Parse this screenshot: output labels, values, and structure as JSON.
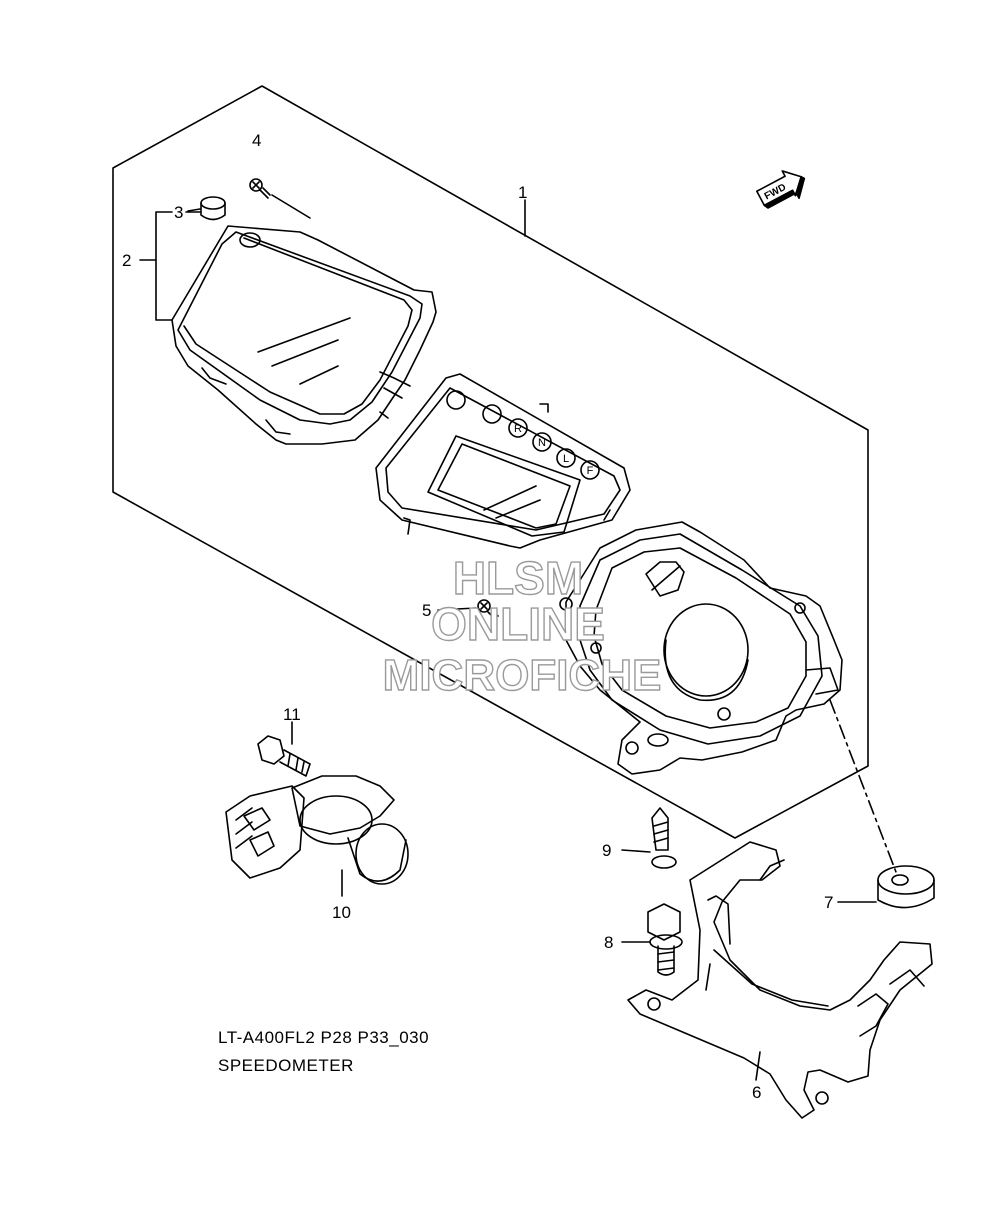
{
  "callouts": {
    "c1": "1",
    "c2": "2",
    "c3": "3",
    "c4": "4",
    "c5": "5",
    "c6": "6",
    "c7": "7",
    "c8": "8",
    "c9": "9",
    "c10": "10",
    "c11": "11"
  },
  "fwd_label": "FWD",
  "watermark": {
    "line1": "HLSM",
    "line2": "ONLINE",
    "line3": "MICROFICHE"
  },
  "indicators": {
    "r": "R",
    "n": "N",
    "l": "L",
    "f": "F"
  },
  "caption": {
    "line1": "LT-A400FL2 P28 P33_030",
    "line2": "SPEEDOMETER"
  },
  "colors": {
    "ink": "#000000",
    "watermark_outline": "#9a9a9a"
  }
}
